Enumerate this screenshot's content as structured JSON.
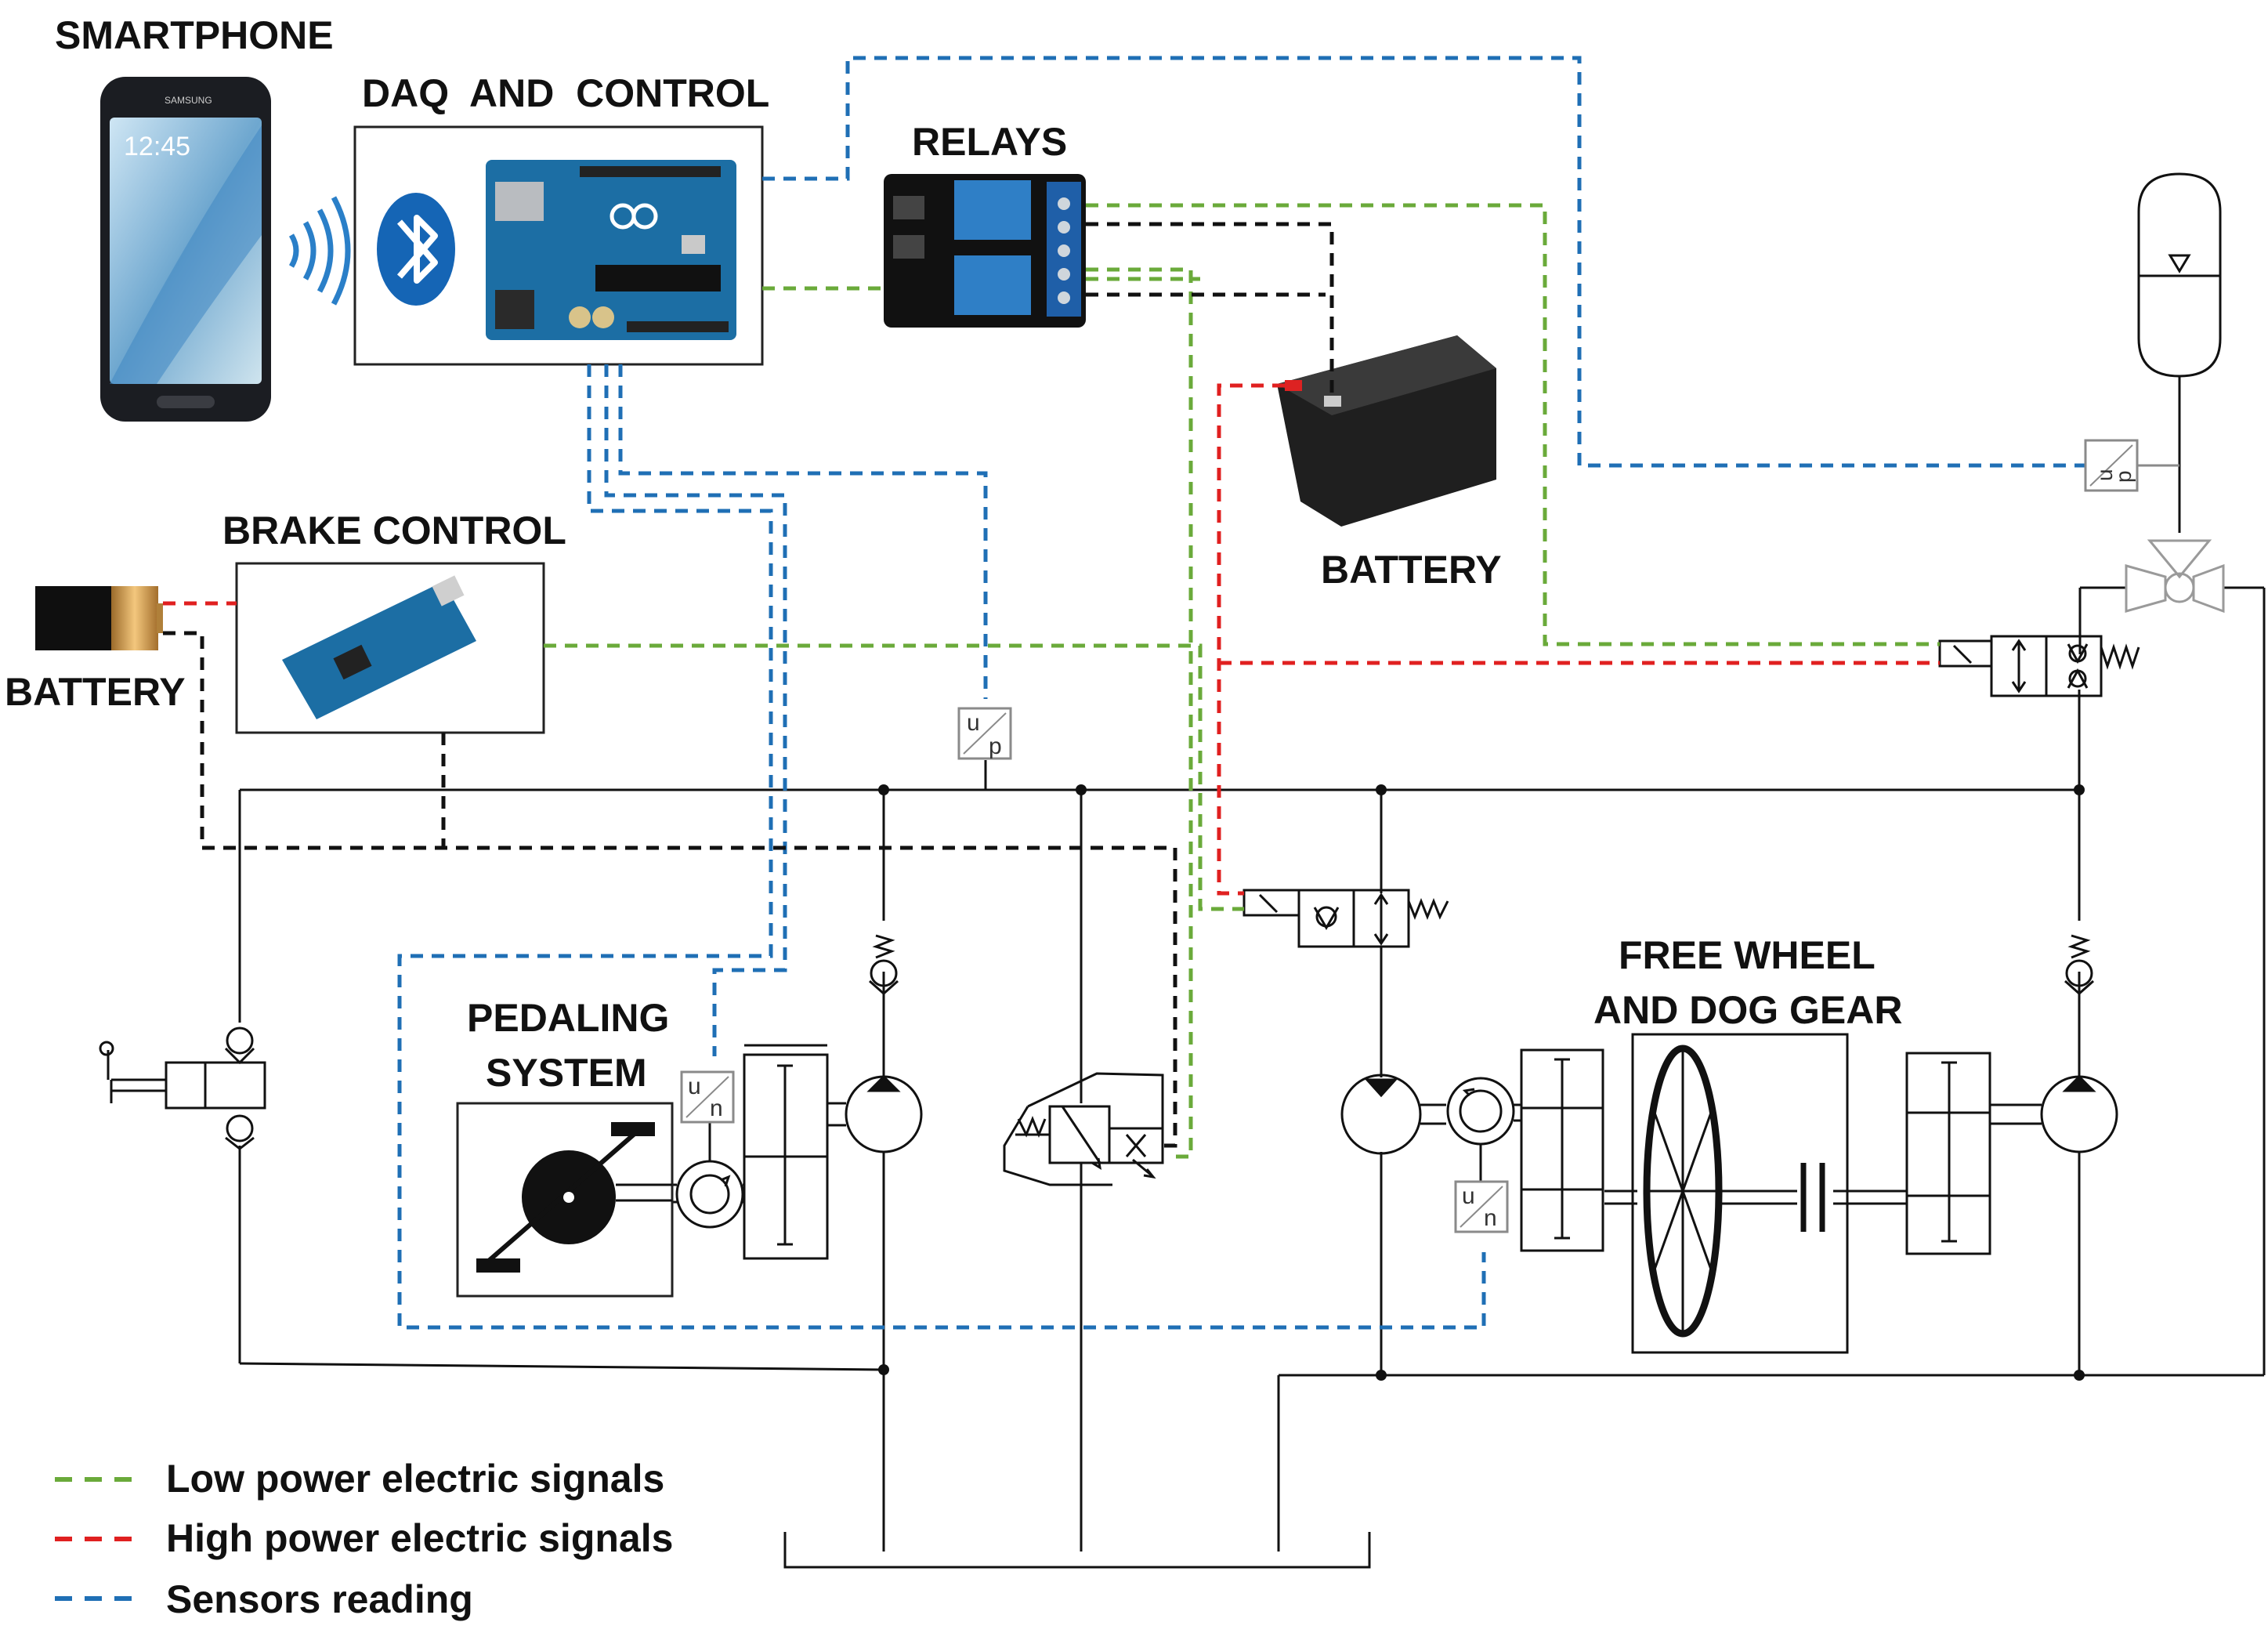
{
  "labels": {
    "smartphone": "SMARTPHONE",
    "daq": "DAQ  AND  CONTROL",
    "relays": "RELAYS",
    "battery_main": "BATTERY",
    "brake_control": "BRAKE CONTROL",
    "battery_small": "BATTERY",
    "pedaling_line1": "PEDALING",
    "pedaling_line2": "SYSTEM",
    "freewheel_line1": "FREE WHEEL",
    "freewheel_line2": "AND DOG GEAR"
  },
  "sensor_labels": {
    "top": "u",
    "bottom_p": "p",
    "bottom_n": "n"
  },
  "phone": {
    "time": "12:45",
    "brand": "SAMSUNG"
  },
  "legend": [
    {
      "label": "Low power electric signals",
      "color": "#6aaa3a"
    },
    {
      "label": "High power electric signals",
      "color": "#e02020"
    },
    {
      "label": "Sensors reading",
      "color": "#1f6fb5"
    }
  ],
  "colors": {
    "low_power": "#6aaa3a",
    "high_power": "#e02020",
    "sensors": "#1f6fb5",
    "ground": "#111111",
    "hydraulic": "#111111",
    "arduino": "#1c6ea4"
  },
  "icons": [
    "bluetooth-icon",
    "wifi-waves-icon",
    "arduino-board-icon",
    "relay-board-icon",
    "battery-icon",
    "accumulator-icon"
  ]
}
